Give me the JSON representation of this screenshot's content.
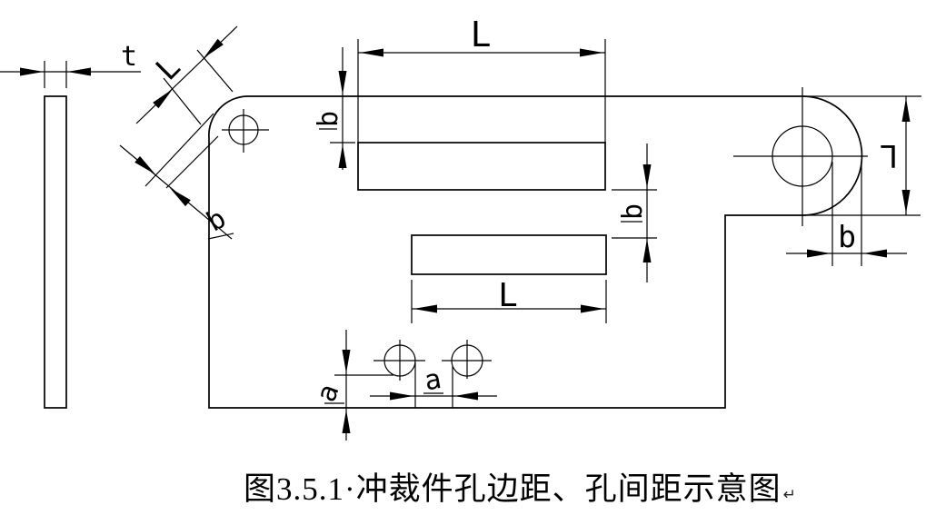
{
  "diagram": {
    "caption": "图3.5.1·冲裁件孔边距、孔间距示意图",
    "paragraph_mark": "↵",
    "labels": {
      "sheet_thickness": "t",
      "slot_length_top": "L",
      "chamfer_length_diagonal": "L",
      "round_end_height_right": "L",
      "slot_length_bottom": "L",
      "edge_distance_slot_left": "b",
      "edge_distance_between_slots": "b",
      "edge_distance_chamfer": "b",
      "edge_distance_hole_right": "b",
      "edge_distance_hole_bottom": "a",
      "hole_spacing_bottom": "a"
    },
    "colors": {
      "line": "#000000",
      "background": "#ffffff"
    }
  }
}
